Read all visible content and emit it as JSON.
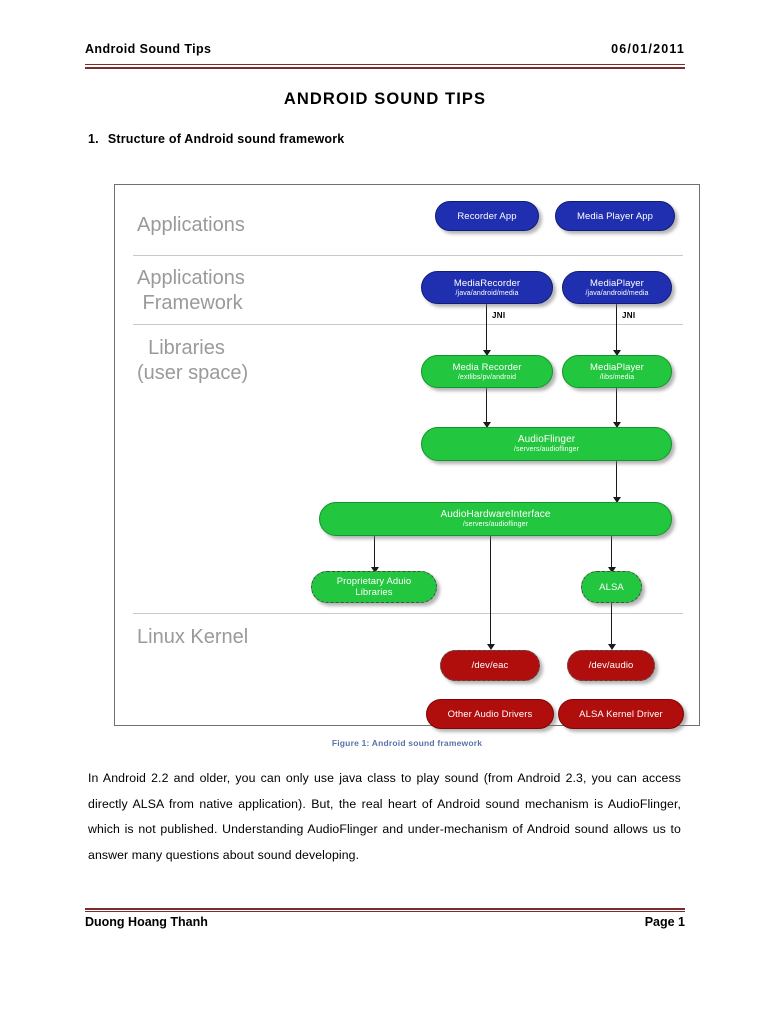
{
  "header": {
    "title": "Android Sound Tips",
    "date": "06/01/2011"
  },
  "document": {
    "title": "ANDROID SOUND TIPS",
    "section_number": "1.",
    "section_title": "Structure of Android sound framework",
    "figure_caption": "Figure 1: Android sound framework",
    "body_paragraph": "In Android 2.2 and older, you can only use java class to play sound (from Android 2.3, you can access directly ALSA from native application). But, the real heart of Android sound mechanism is AudioFlinger, which is not published. Understanding AudioFlinger and under-mechanism of Android sound allows us to answer many questions about sound developing."
  },
  "figure": {
    "layers": [
      {
        "label": "Applications"
      },
      {
        "label": "Applications\n Framework"
      },
      {
        "label": "  Libraries\n(user space)"
      },
      {
        "label": "Linux Kernel"
      }
    ],
    "nodes": {
      "recorder_app": {
        "line1": "Recorder App",
        "line2": ""
      },
      "media_player_app": {
        "line1": "Media Player App",
        "line2": ""
      },
      "mediarecorder_java": {
        "line1": "MediaRecorder",
        "line2": "/java/android/media"
      },
      "mediaplayer_java": {
        "line1": "MediaPlayer",
        "line2": "/java/android/media"
      },
      "media_recorder_native": {
        "line1": "Media Recorder",
        "line2": "/extlibs/pv/android"
      },
      "mediaplayer_native": {
        "line1": "MediaPlayer",
        "line2": "/libs/media"
      },
      "audioflinger": {
        "line1": "AudioFlinger",
        "line2": "/servers/audioflinger"
      },
      "audiohardwareinterface": {
        "line1": "AudioHardwareInterface",
        "line2": "/servers/audioflinger"
      },
      "proprietary_audio_libraries": {
        "line1": "Proprietary Aduio",
        "line2": "Libraries"
      },
      "alsa": {
        "line1": "ALSA",
        "line2": ""
      },
      "dev_eac": {
        "line1": "/dev/eac",
        "line2": ""
      },
      "dev_audio": {
        "line1": "/dev/audio",
        "line2": ""
      },
      "other_audio_drivers": {
        "line1": "Other Audio Drivers",
        "line2": ""
      },
      "alsa_kernel_driver": {
        "line1": "ALSA Kernel Driver",
        "line2": ""
      }
    },
    "edge_labels": {
      "jni_left": "JNI",
      "jni_right": "JNI"
    },
    "colors": {
      "application_blue": "#1f2fb0",
      "library_green": "#22c63f",
      "kernel_red": "#b00d0d",
      "layer_label_gray": "#9a9a9a",
      "caption_blue": "#5874a8",
      "rule_maroon": "#7b2e2e"
    }
  },
  "footer": {
    "author": "Duong Hoang Thanh",
    "page": "Page 1"
  }
}
